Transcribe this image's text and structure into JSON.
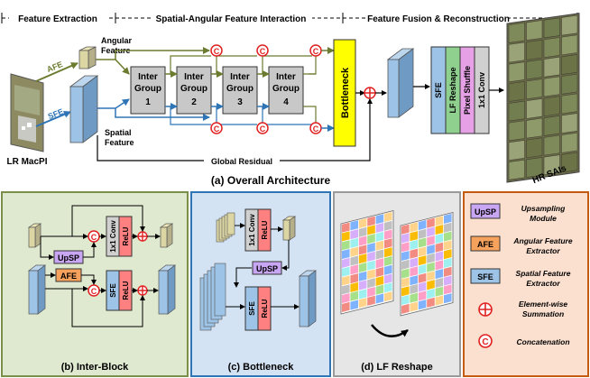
{
  "stages": {
    "extraction": "Feature Extraction",
    "interaction": "Spatial-Angular Feature Interaction",
    "fusion": "Feature Fusion & Reconstruction"
  },
  "main": {
    "input_label": "LR MacPI",
    "afe": "AFE",
    "sfe": "SFE",
    "angular_feature": [
      "Angular",
      "Feature"
    ],
    "spatial_feature": [
      "Spatial",
      "Feature"
    ],
    "groups": [
      {
        "line1": "Inter",
        "line2": "Group",
        "num": "1"
      },
      {
        "line1": "Inter",
        "line2": "Group",
        "num": "2"
      },
      {
        "line1": "Inter",
        "line2": "Group",
        "num": "3"
      },
      {
        "line1": "Inter",
        "line2": "Group",
        "num": "4"
      }
    ],
    "concat_symbol": "C",
    "bottleneck": "Bottleneck",
    "global_residual": "Global Residual",
    "recon": {
      "sfe": "SFE",
      "lf_reshape": "LF Reshape",
      "pixel_shuffle": "Pixel Shuffle",
      "conv": "1x1 Conv"
    },
    "output_label": "HR SAIs",
    "caption": "(a) Overall Architecture"
  },
  "inter_block": {
    "caption": "(b) Inter-Block",
    "upsp": "UpSP",
    "afe": "AFE",
    "conv": "1x1 Conv",
    "relu1": "ReLU",
    "sfe": "SFE",
    "relu2": "ReLU"
  },
  "bottleneck_panel": {
    "caption": "(c) Bottleneck",
    "conv": "1x1 Conv",
    "relu1": "ReLU",
    "upsp": "UpSP",
    "sfe": "SFE",
    "relu2": "ReLU"
  },
  "reshape_panel": {
    "caption": "(d) LF Reshape"
  },
  "legend": {
    "items": [
      {
        "badge": "UpSP",
        "text": [
          "Upsampling",
          "Module"
        ]
      },
      {
        "badge": "AFE",
        "text": [
          "Angular Feature",
          "Extractor"
        ]
      },
      {
        "badge": "SFE",
        "text": [
          "Spatial Feature",
          "Extractor"
        ]
      },
      {
        "badge": "⊕",
        "text": [
          "Element-wise",
          "Summation"
        ]
      },
      {
        "badge": "C",
        "text": [
          "Concatenation"
        ]
      }
    ]
  },
  "colors": {
    "upsp": "#c9a6f3",
    "afe": "#f6a15c",
    "sfe": "#9dc3e6",
    "relu": "#ff8080",
    "conv": "#d0d0d0",
    "bottleneck": "#ffff00",
    "lf_reshape": "#8fd08f",
    "pixel_shuffle": "#e6a0e6",
    "angular_arrow": "#6b7b2f",
    "spatial_arrow": "#2e75b6",
    "panel_b": "#dfe9cf",
    "panel_c": "#d4e3f3",
    "panel_d": "#e6e6e6",
    "panel_legend": "#fbe0cf"
  }
}
